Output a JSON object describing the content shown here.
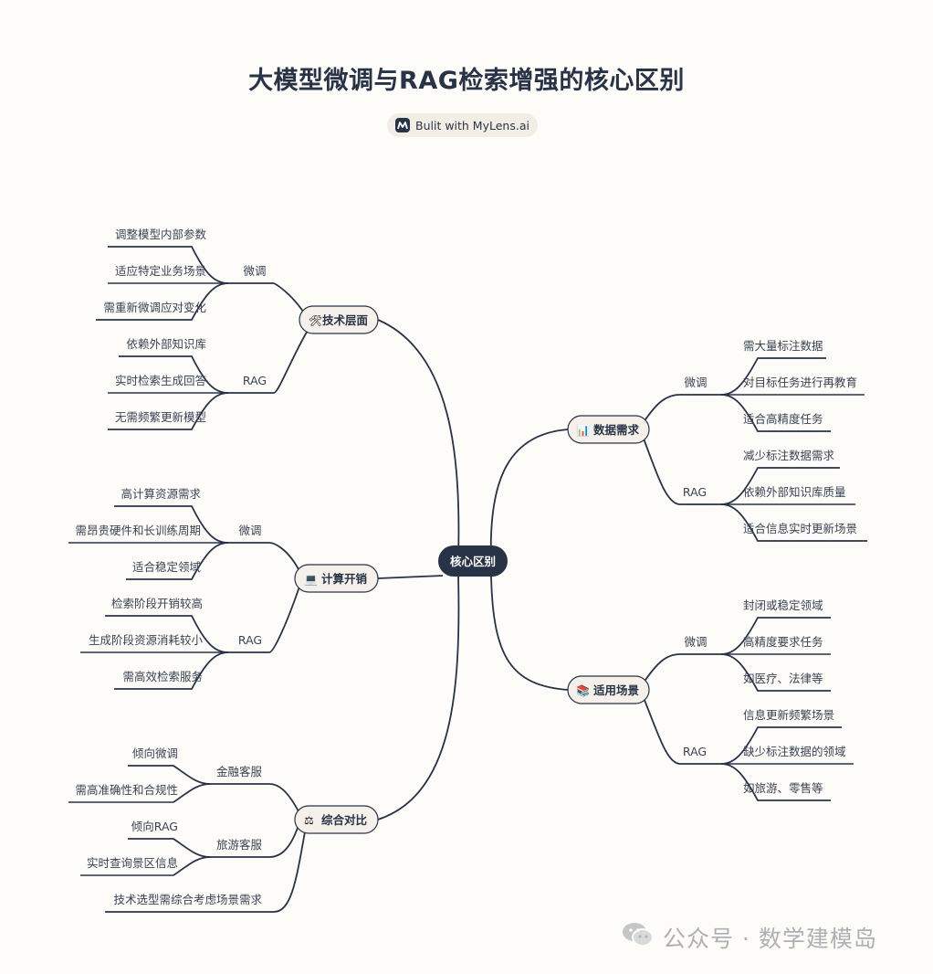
{
  "title": "大模型微调与RAG检索增强的核心区别",
  "badge": "Bulit with MyLens.ai",
  "watermark": "公众号 · 数学建模岛",
  "root": "核心区别",
  "branches": {
    "tech": {
      "label": "技术层面",
      "icon": "🛠",
      "groups": [
        {
          "label": "微调",
          "items": [
            "调整模型内部参数",
            "适应特定业务场景",
            "需重新微调应对变化"
          ]
        },
        {
          "label": "RAG",
          "items": [
            "依赖外部知识库",
            "实时检索生成回答",
            "无需频繁更新模型"
          ]
        }
      ]
    },
    "compute": {
      "label": "计算开销",
      "icon": "💻",
      "groups": [
        {
          "label": "微调",
          "items": [
            "高计算资源需求",
            "需昂贵硬件和长训练周期",
            "适合稳定领域"
          ]
        },
        {
          "label": "RAG",
          "items": [
            "检索阶段开销较高",
            "生成阶段资源消耗较小",
            "需高效检索服务"
          ]
        }
      ]
    },
    "compare": {
      "label": "综合对比",
      "icon": "⚖",
      "groups": [
        {
          "label": "金融客服",
          "items": [
            "倾向微调",
            "需高准确性和合规性"
          ]
        },
        {
          "label": "旅游客服",
          "items": [
            "倾向RAG",
            "实时查询景区信息"
          ]
        }
      ],
      "leaf": "技术选型需综合考虑场景需求"
    },
    "data": {
      "label": "数据需求",
      "icon": "📊",
      "groups": [
        {
          "label": "微调",
          "items": [
            "需大量标注数据",
            "对目标任务进行再教育",
            "适合高精度任务"
          ]
        },
        {
          "label": "RAG",
          "items": [
            "减少标注数据需求",
            "依赖外部知识库质量",
            "适合信息实时更新场景"
          ]
        }
      ]
    },
    "scene": {
      "label": "适用场景",
      "icon": "📚",
      "groups": [
        {
          "label": "微调",
          "items": [
            "封闭或稳定领域",
            "高精度要求任务",
            "如医疗、法律等"
          ]
        },
        {
          "label": "RAG",
          "items": [
            "信息更新频繁场景",
            "缺少标注数据的领域",
            "如旅游、零售等"
          ]
        }
      ]
    }
  },
  "colors": {
    "ink": "#283348",
    "bg": "#fdfcf8",
    "node": "#f5f1ea",
    "watermark": "#aeb0b3"
  }
}
